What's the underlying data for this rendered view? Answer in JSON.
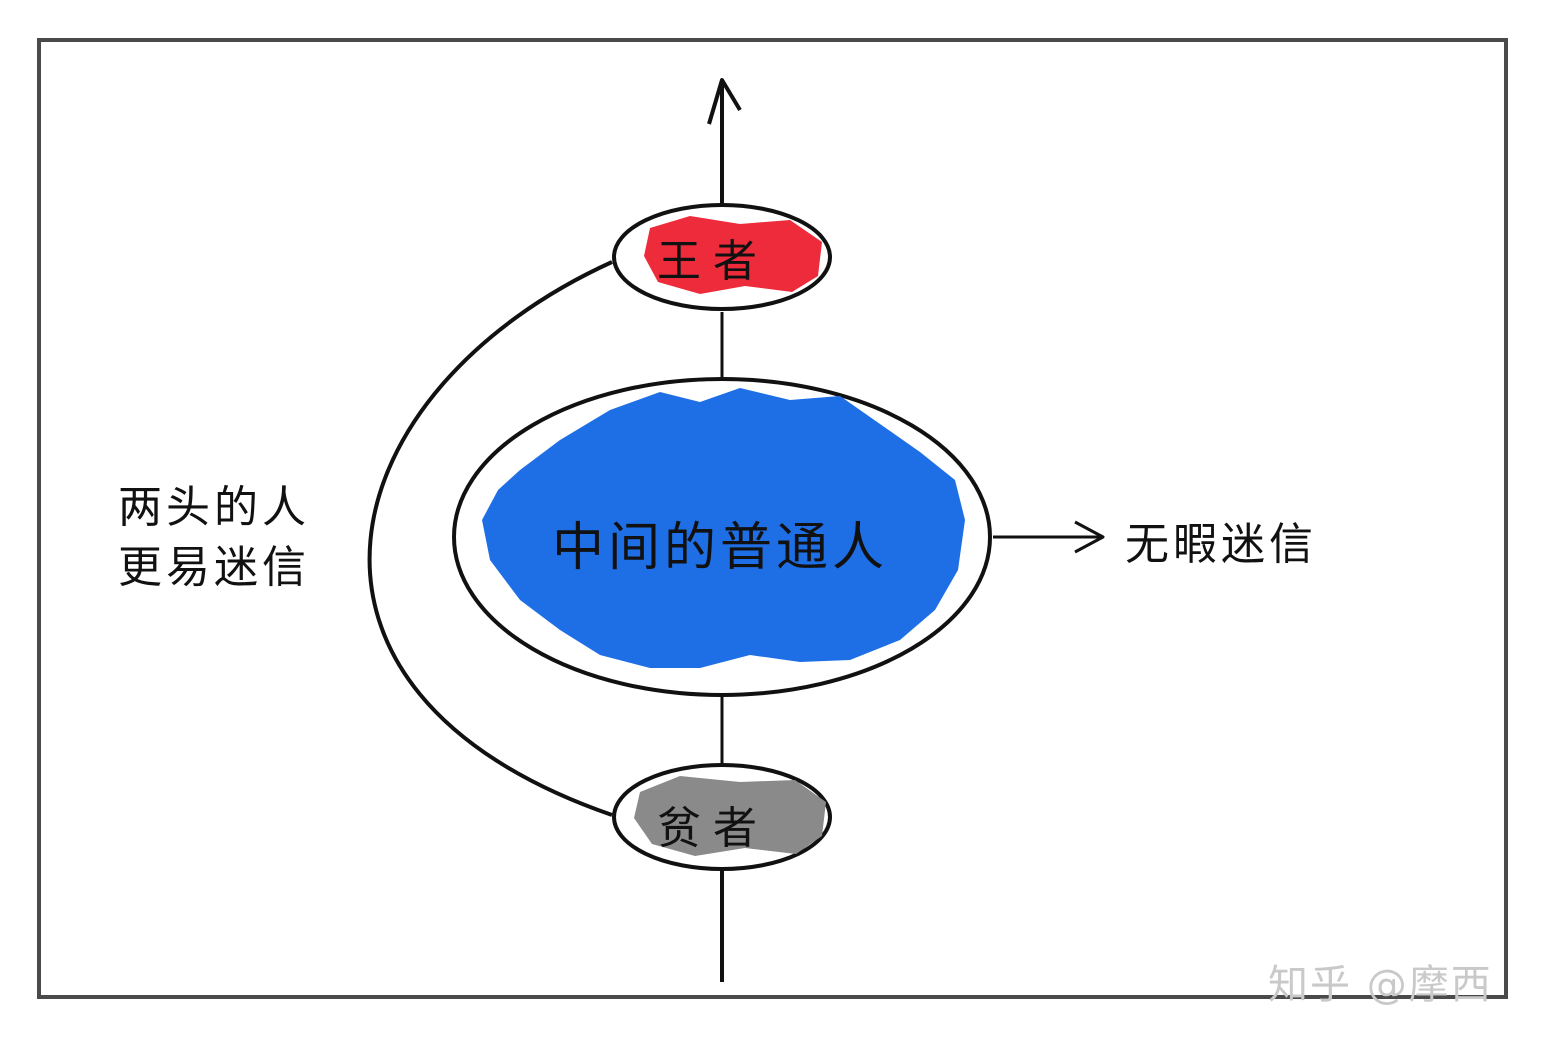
{
  "diagram": {
    "top_node": {
      "label": "王者",
      "color": "#ee2b3a"
    },
    "middle_node": {
      "label": "中间的普通人",
      "color": "#1e6fe6"
    },
    "bottom_node": {
      "label": "贫者",
      "color": "#8a8a8a"
    },
    "left_annotation": "两头的人更易迷信",
    "right_annotation": "无暇迷信"
  },
  "watermark": "知乎 @摩西",
  "colors": {
    "frame": "#4a4a4a",
    "stroke": "#111111",
    "watermark": "#c9c9c9"
  }
}
